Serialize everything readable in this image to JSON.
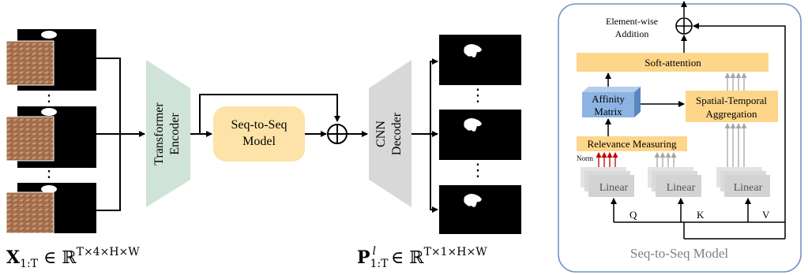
{
  "left": {
    "input_label": {
      "symbol": "X",
      "subscript": "1:T",
      "rest": " ∈ ℝ",
      "superscript": "T×4×H×W"
    },
    "output_label": {
      "symbol": "P",
      "subscript": "1:T",
      "sup_l": "l",
      "rest": " ∈ ℝ",
      "superscript": "T×1×H×W"
    },
    "transformer_encoder_line1": "Transformer",
    "transformer_encoder_line2": "Encoder",
    "seq2seq_line1": "Seq-to-Seq",
    "seq2seq_line2": "Model",
    "cnn_decoder_line1": "CNN",
    "cnn_decoder_line2": "Decoder",
    "ellipsis": "⋮"
  },
  "right": {
    "panel_title": "Seq-to-Seq Model",
    "elementwise_line1": "Element-wise",
    "elementwise_line2": "Addition",
    "soft_attention": "Soft-attention",
    "affinity_line1": "Affinity",
    "affinity_line2": "Matrix",
    "spatial_line1": "Spatial-Temporal",
    "spatial_line2": "Aggregation",
    "relevance": "Relevance Measuring",
    "norm": "Norm",
    "linear": "Linear",
    "q": "Q",
    "k": "K",
    "v": "V"
  },
  "colors": {
    "encoder_fill": "#cfe3d8",
    "seq2seq_fill": "#fde3a7",
    "decoder_fill": "#d8d8d8",
    "orange_bar": "#fdd68a",
    "affinity_front": "#8db3e2",
    "panel_border": "#6f95c6",
    "norm_arrow": "#c00000",
    "gray_arrow": "#a6a6a6"
  }
}
